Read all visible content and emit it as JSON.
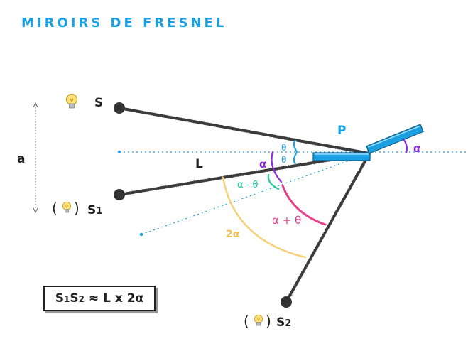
{
  "title": "MIROIRS DE FRESNEL",
  "labels": {
    "S": "S",
    "S1_main": "S",
    "S1_sub": "1",
    "S2_main": "S",
    "S2_sub": "2",
    "P": "P",
    "L": "L",
    "a": "a",
    "theta_upper": "θ",
    "theta_lower": "θ",
    "alpha_left": "α",
    "alpha_right": "α",
    "alpha_minus_theta": "α - θ",
    "alpha_plus_theta": "α + θ",
    "two_alpha": "2α",
    "paren_open": "(",
    "paren_close": ")"
  },
  "formula": {
    "s1_main": "S",
    "s1_sub": "1",
    "s2_main": "S",
    "s2_sub": "2",
    "rest": " ≈ L x 2α"
  },
  "colors": {
    "title": "#1a9fe0",
    "beam": "#3a3a3a",
    "mirror": "#1a9fe0",
    "dotted_axis": "#1a9fe0",
    "theta": "#1a9fe0",
    "alpha": "#8a2be2",
    "alpha_minus_theta": "#20c997",
    "alpha_plus_theta": "#e83e8c",
    "two_alpha": "#f7d07a",
    "bulb": "#f5c542"
  },
  "icons": [
    "lightbulb-icon",
    "lightbulb-icon",
    "lightbulb-icon"
  ]
}
